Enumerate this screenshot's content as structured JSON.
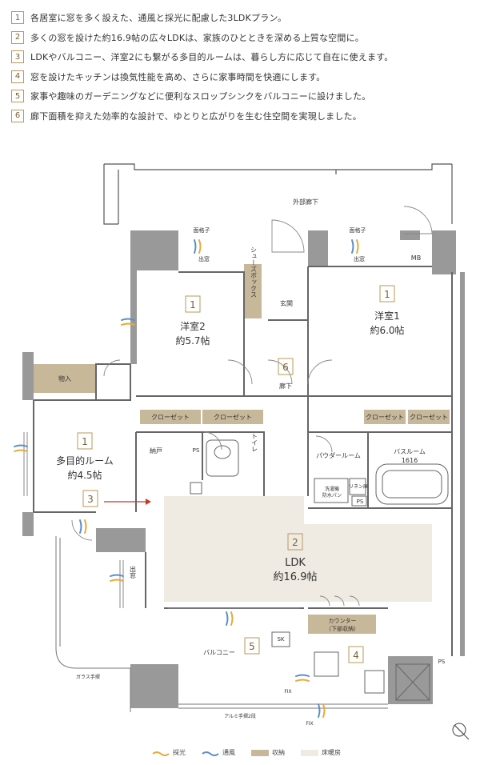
{
  "features": [
    {
      "num": "1",
      "text": "各居室に窓を多く設えた、通風と採光に配慮した3LDKプラン。"
    },
    {
      "num": "2",
      "text": "多くの窓を設けた約16.9帖の広々LDKは、家族のひとときを深める上質な空間に。"
    },
    {
      "num": "3",
      "text": "LDKやバルコニー、洋室2にも繋がる多目的ルームは、暮らし方に応じて自在に使えます。"
    },
    {
      "num": "4",
      "text": "窓を設けたキッチンは換気性能を高め、さらに家事時間を快適にします。"
    },
    {
      "num": "5",
      "text": "家事や趣味のガーデニングなどに便利なスロップシンクをバルコニーに設けました。"
    },
    {
      "num": "6",
      "text": "廊下面積を抑えた効率的な設計で、ゆとりと広がりを生む住空間を実現しました。"
    }
  ],
  "plan": {
    "outer_corridor": "外部廊下",
    "grille_left": "面格子",
    "grille_right": "面格子",
    "bay_left": "出窓",
    "bay_right": "出窓",
    "mb": "MB",
    "shoes": "シューズボックス",
    "entrance": "玄関",
    "room2_num": "1",
    "room2_name": "洋室2",
    "room2_size": "約5.7帖",
    "room1_num": "1",
    "room1_name": "洋室1",
    "room1_size": "約6.0帖",
    "hall_num": "6",
    "hall": "廊下",
    "storage": "物入",
    "closet1": "クローゼット",
    "closet2": "クローゼット",
    "closet3": "クローゼット",
    "closet4": "クローゼット",
    "nando": "納戸",
    "ps1": "PS",
    "ps2": "PS",
    "ps3": "PS",
    "toilet": "トイレ",
    "powder": "パウダールーム",
    "bath": "バスルーム",
    "bath_size": "1616",
    "washer": "洗濯機\n防水パン",
    "linen": "リネン庫",
    "multi_num": "1",
    "multi_name": "多目的ルーム",
    "multi_size": "約4.5帖",
    "marker3": "3",
    "ldk_num": "2",
    "ldk_name": "LDK",
    "ldk_size": "約16.9帖",
    "bay_window_side": "出窓",
    "counter": "カウンター\n（下部収納）",
    "kitchen_num": "4",
    "balcony": "バルコニー",
    "balcony_num": "5",
    "sk": "SK",
    "glass_rail": "ガラス手摺",
    "alu_rail": "アルミ手摺2段",
    "fix1": "FIX",
    "fix2": "FIX"
  },
  "legend": [
    {
      "label": "採光",
      "color": "#e8a93a"
    },
    {
      "label": "通風",
      "color": "#5a8fc8"
    },
    {
      "label": "収納",
      "color": "#c8b89a"
    },
    {
      "label": "床暖房",
      "color": "#efebe2"
    }
  ]
}
